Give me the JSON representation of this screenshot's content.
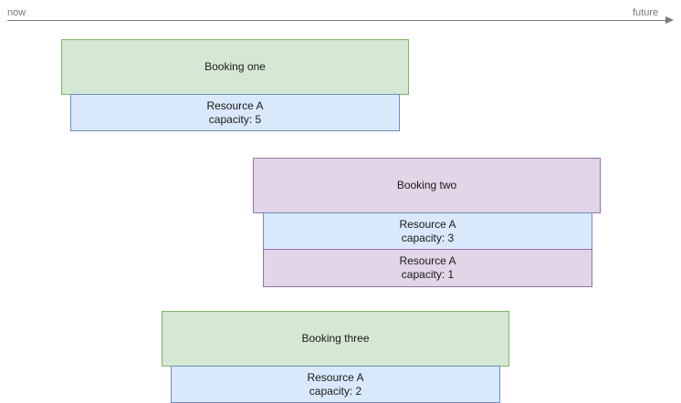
{
  "timeline": {
    "start_label": "now",
    "end_label": "future"
  },
  "bookings": [
    {
      "label": "Booking one",
      "resources": [
        {
          "name": "Resource A",
          "capacity": "capacity: 5"
        }
      ]
    },
    {
      "label": "Booking two",
      "resources": [
        {
          "name": "Resource A",
          "capacity": "capacity: 3"
        },
        {
          "name": "Resource A",
          "capacity": "capacity: 1"
        }
      ]
    },
    {
      "label": "Booking three",
      "resources": [
        {
          "name": "Resource A",
          "capacity": "capacity: 2"
        }
      ]
    }
  ],
  "colors": {
    "green_fill": "#d5e8d4",
    "green_stroke": "#82b366",
    "purple_fill": "#e1d5e7",
    "purple_stroke": "#9673a6",
    "blue_fill": "#dae8fc",
    "blue_stroke": "#6c8ebf",
    "axis": "#7a7a7a"
  }
}
